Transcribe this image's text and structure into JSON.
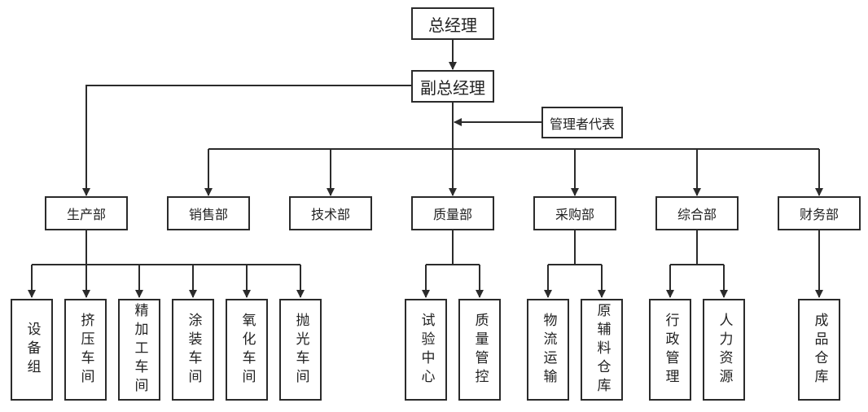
{
  "chart": {
    "general_manager": "总经理",
    "deputy_general_manager": "副总经理",
    "management_representative": "管理者代表",
    "departments": {
      "production": "生产部",
      "sales": "销售部",
      "technology": "技术部",
      "quality": "质量部",
      "purchasing": "采购部",
      "general_affairs": "综合部",
      "finance": "财务部"
    },
    "units": {
      "equipment_group": "设备组",
      "extrusion_workshop": "挤压车间",
      "finishing_workshop": "精加工车间",
      "coating_workshop": "涂装车间",
      "oxidation_workshop": "氧化车间",
      "polishing_workshop": "抛光车间",
      "testing_center": "试验中心",
      "quality_control": "质量管控",
      "logistics": "物流运输",
      "raw_material_warehouse": "原辅料仓库",
      "administration": "行政管理",
      "human_resources": "人力资源",
      "finished_goods_warehouse": "成品仓库"
    }
  }
}
